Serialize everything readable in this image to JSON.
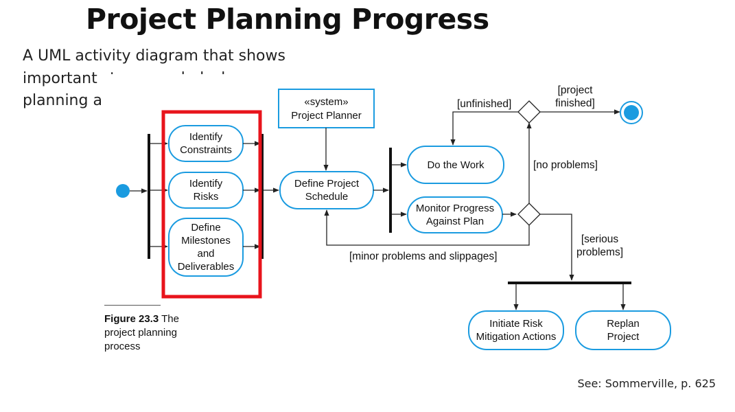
{
  "slide": {
    "title": "Project Planning Progress",
    "description": "A UML activity diagram that shows important steps needed when planning a project.",
    "source": "See: Sommerville, p. 625"
  },
  "figure": {
    "caption_label": "Figure 23.3",
    "caption_text": "The project planning process"
  },
  "diagram": {
    "activities": {
      "identify_constraints": [
        "Identify",
        "Constraints"
      ],
      "identify_risks": [
        "Identify",
        "Risks"
      ],
      "define_milestones": [
        "Define",
        "Milestones",
        "and",
        "Deliverables"
      ],
      "define_schedule": [
        "Define Project",
        "Schedule"
      ],
      "do_work": [
        "Do the Work"
      ],
      "monitor_progress": [
        "Monitor Progress",
        "Against Plan"
      ],
      "initiate_risk": [
        "Initiate Risk",
        "Mitigation Actions"
      ],
      "replan": [
        "Replan",
        "Project"
      ]
    },
    "system_object": {
      "stereotype": "«system»",
      "name": "Project Planner"
    },
    "guards": {
      "unfinished": "[unfinished]",
      "project_finished": [
        "[project",
        "finished]"
      ],
      "no_problems": "[no problems]",
      "minor_problems": "[minor problems and slippages]",
      "serious_problems": [
        "[serious",
        "problems]"
      ]
    },
    "colors": {
      "node_stroke": "#1a9be0",
      "initial_node": "#1a9be0",
      "highlight_box": "#e8141c",
      "edge": "#222222"
    }
  }
}
